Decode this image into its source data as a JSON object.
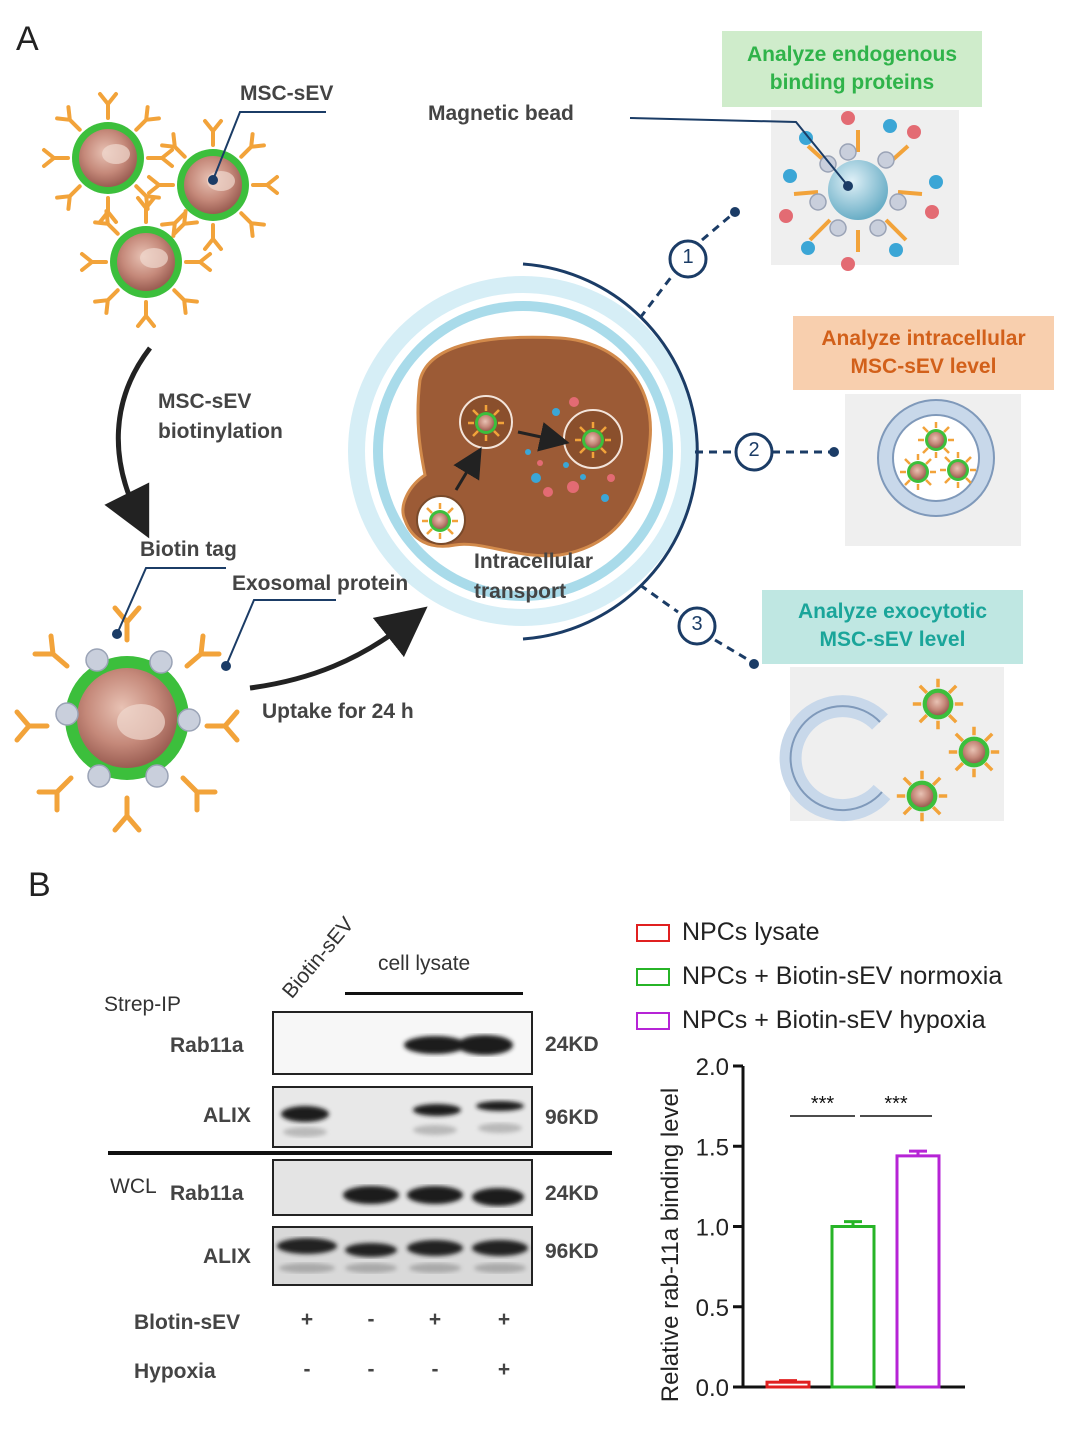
{
  "panelA": {
    "letter": "A",
    "labels": {
      "msc_sev": "MSC-sEV",
      "magnetic_bead": "Magnetic bead",
      "biotinylation_line1": "MSC-sEV",
      "biotinylation_line2": "biotinylation",
      "biotin_tag": "Biotin tag",
      "exosomal_protein": "Exosomal protein",
      "uptake": "Uptake for 24 h",
      "transport_line1": "Intracellular",
      "transport_line2": "transport"
    },
    "steps": [
      "1",
      "2",
      "3"
    ],
    "boxes": [
      {
        "line1": "Analyze endogenous",
        "line2": "binding proteins",
        "text_color": "#2fb34a",
        "bg": "#cfeccb"
      },
      {
        "line1": "Analyze intracellular",
        "line2": "MSC-sEV level",
        "text_color": "#d2601a",
        "bg": "#f8cfae"
      },
      {
        "line1": "Analyze exocytotic",
        "line2": "MSC-sEV level",
        "text_color": "#1aa59a",
        "bg": "#bfe7e2"
      }
    ]
  },
  "panelB": {
    "letter": "B",
    "blot": {
      "col_header_rotated": "Biotin-sEV",
      "col_header_group": "cell lysate",
      "section_ip": "Strep-IP",
      "section_wcl": "WCL",
      "rows": [
        {
          "label": "Rab11a",
          "kd": "24KD"
        },
        {
          "label": "ALIX",
          "kd": "96KD"
        },
        {
          "label": "Rab11a",
          "kd": "24KD"
        },
        {
          "label": "ALIX",
          "kd": "96KD"
        }
      ],
      "conditions": [
        {
          "label": "Blotin-sEV",
          "values": [
            "+",
            "-",
            "+",
            "+"
          ]
        },
        {
          "label": "Hypoxia",
          "values": [
            "-",
            "-",
            "-",
            "+"
          ]
        }
      ]
    },
    "chart_data": {
      "type": "bar",
      "title": "",
      "xlabel": "",
      "ylabel": "Relative rab-11a binding level",
      "ylim": [
        0,
        2.0
      ],
      "yticks": [
        "0.0",
        "0.5",
        "1.0",
        "1.5",
        "2.0"
      ],
      "categories": [
        "NPCs lysate",
        "NPCs + Biotin-sEV normoxia",
        "NPCs + Biotin-sEV hypoxia"
      ],
      "values": [
        0.03,
        1.0,
        1.44
      ],
      "errors": [
        0.01,
        0.03,
        0.03
      ],
      "colors": [
        "#e02020",
        "#27b427",
        "#b624d6"
      ],
      "legend_position": "top",
      "significance": [
        "***",
        "***"
      ]
    }
  }
}
